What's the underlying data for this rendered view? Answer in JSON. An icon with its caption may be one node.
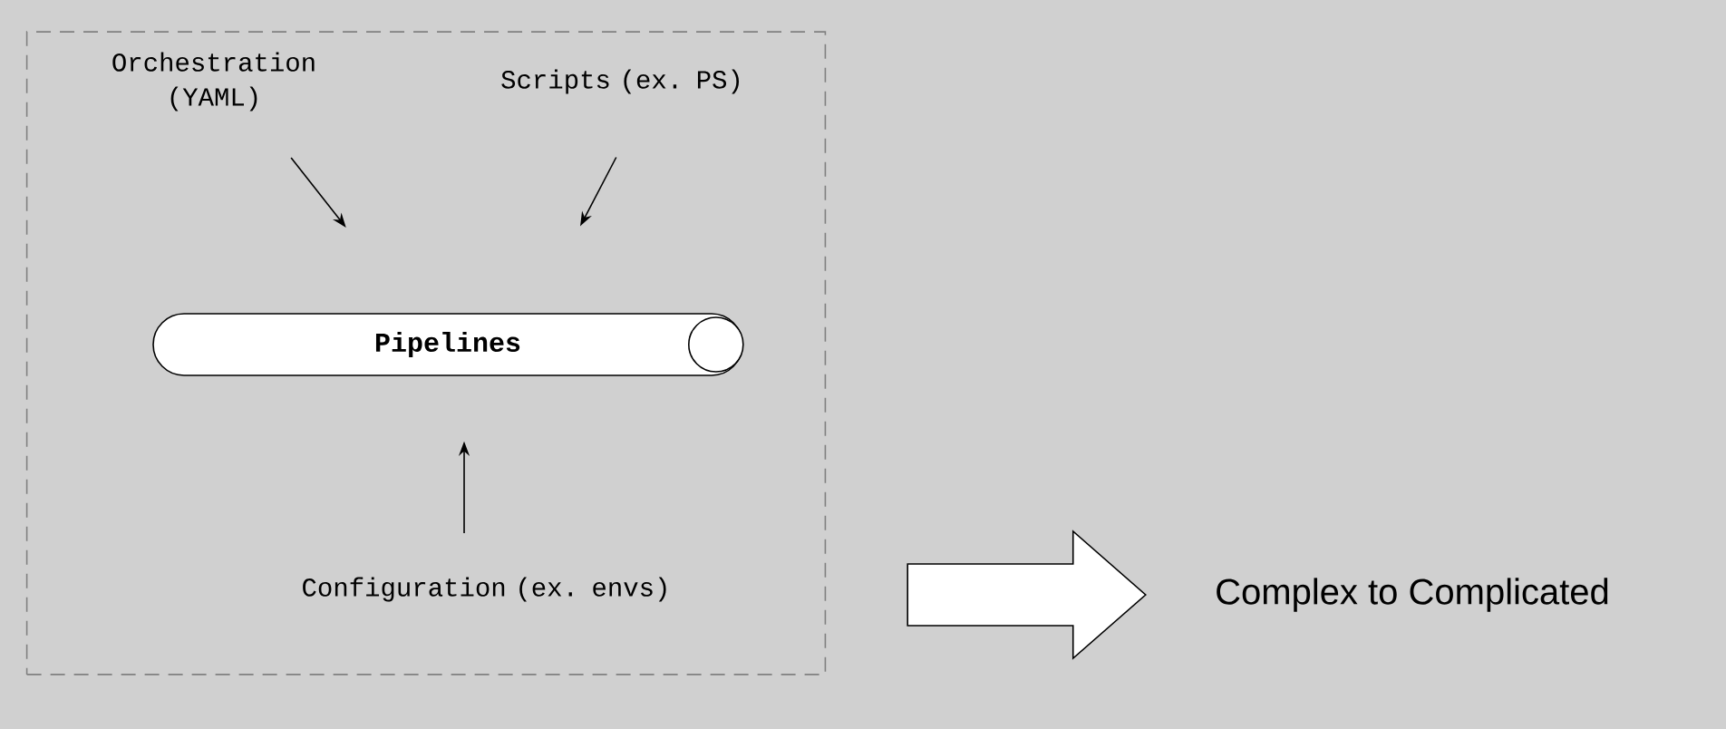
{
  "diagram": {
    "nodes": [
      {
        "text": [],
        "shape": "box"
      },
      {
        "text": [
          "Orchestration (YAML)"
        ],
        "in": 0
      },
      {
        "text": [
          "Scripts (ex. PS)"
        ],
        "in": 0
      },
      {
        "text": [
          "Pipelines"
        ],
        "in": 0
      },
      {
        "text": [
          "Configuration (ex. envs)"
        ],
        "in": 0
      },
      {
        "text": [
          "Complex to Complicated"
        ]
      }
    ],
    "edges": [
      {
        "from": 1,
        "to": 3,
        "arrow": "to"
      },
      {
        "from": 2,
        "to": 3,
        "arrow": "to"
      },
      {
        "from": 4,
        "to": 3,
        "arrow": "to"
      },
      {
        "from": 0,
        "to": 5,
        "arrow": "to",
        "style": "thick"
      }
    ]
  }
}
